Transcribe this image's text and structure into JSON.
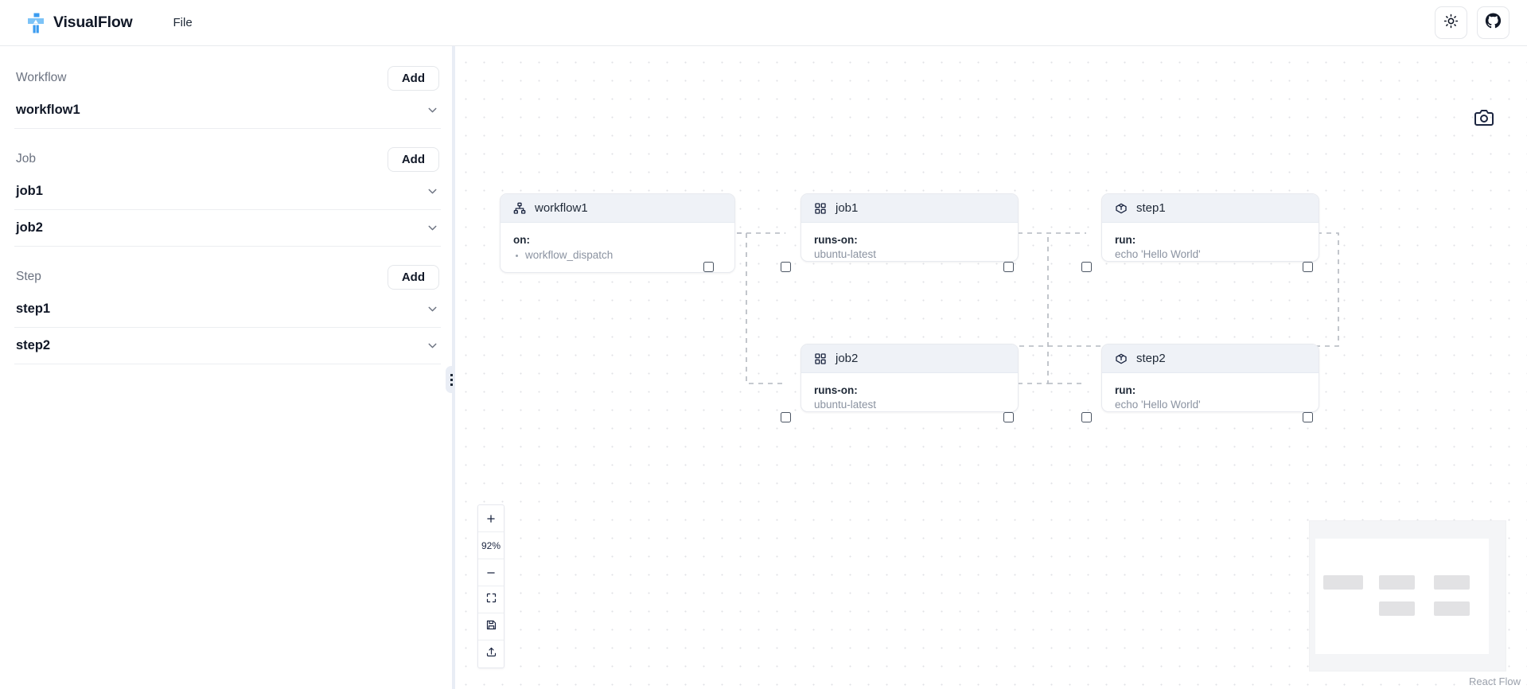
{
  "app": {
    "brand": "VisualFlow",
    "logo_icon": "flow-logo-icon",
    "menu": [
      {
        "label": "File",
        "name": "menu-file"
      }
    ],
    "theme_toggle_icon": "sun-icon",
    "github_icon": "github-icon"
  },
  "sidebar": {
    "sections": [
      {
        "key": "workflow",
        "label": "Workflow",
        "add_label": "Add",
        "items": [
          {
            "label": "workflow1"
          }
        ]
      },
      {
        "key": "job",
        "label": "Job",
        "add_label": "Add",
        "items": [
          {
            "label": "job1"
          },
          {
            "label": "job2"
          }
        ]
      },
      {
        "key": "step",
        "label": "Step",
        "add_label": "Add",
        "items": [
          {
            "label": "step1"
          },
          {
            "label": "step2"
          }
        ]
      }
    ],
    "resize_handle_icon": "drag-grip-icon"
  },
  "canvas": {
    "screenshot_icon": "camera-icon",
    "attribution": "React Flow",
    "nodes": [
      {
        "id": "workflow1",
        "type": "workflow",
        "icon": "hierarchy-icon",
        "title": "workflow1",
        "key": "on:",
        "list": [
          "workflow_dispatch"
        ]
      },
      {
        "id": "job1",
        "type": "job",
        "icon": "grid-squares-icon",
        "title": "job1",
        "key": "runs-on:",
        "value": "ubuntu-latest"
      },
      {
        "id": "job2",
        "type": "job",
        "icon": "grid-squares-icon",
        "title": "job2",
        "key": "runs-on:",
        "value": "ubuntu-latest"
      },
      {
        "id": "step1",
        "type": "step",
        "icon": "cube-icon",
        "title": "step1",
        "key": "run:",
        "value": "echo 'Hello World'"
      },
      {
        "id": "step2",
        "type": "step",
        "icon": "cube-icon",
        "title": "step2",
        "key": "run:",
        "value": "echo 'Hello World'"
      }
    ],
    "controls": {
      "zoom_in_label": "+",
      "zoom_level": "92%",
      "zoom_out_label": "−",
      "fit_view_icon": "fit-view-icon",
      "save_icon": "save-icon",
      "export_icon": "export-icon"
    }
  },
  "colors": {
    "accent": "#3b9cf0",
    "node_header": "#eff2f7",
    "edge": "#b4b8c0",
    "text": "#111827",
    "muted": "#6b7280"
  }
}
